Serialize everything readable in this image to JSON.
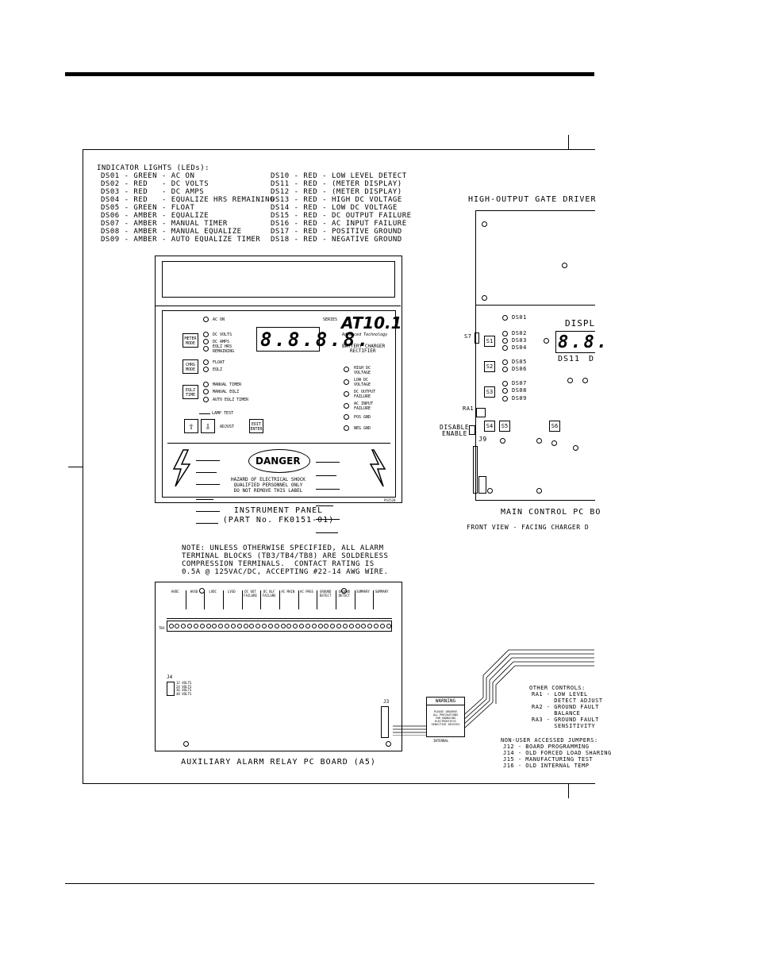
{
  "led_list": {
    "heading": "INDICATOR LIGHTS (LEDs):",
    "left": [
      "DS01 - GREEN - AC ON",
      "DS02 - RED   - DC VOLTS",
      "DS03 - RED   - DC AMPS",
      "DS04 - RED   - EQUALIZE HRS REMAINING",
      "DS05 - GREEN - FLOAT",
      "DS06 - AMBER - EQUALIZE",
      "DS07 - AMBER - MANUAL TIMER",
      "DS08 - AMBER - MANUAL EQUALIZE",
      "DS09 - AMBER - AUTO EQUALIZE TIMER"
    ],
    "right": [
      "DS10 - RED - LOW LEVEL DETECT",
      "DS11 - RED - (METER DISPLAY)",
      "DS12 - RED - (METER DISPLAY)",
      "DS13 - RED - HIGH DC VOLTAGE",
      "DS14 - RED - LOW DC VOLTAGE",
      "DS15 - RED - DC OUTPUT FAILURE",
      "DS16 - RED - AC INPUT FAILURE",
      "DS17 - RED - POSITIVE GROUND",
      "DS18 - RED - NEGATIVE GROUND"
    ]
  },
  "panel": {
    "ac_on": "AC ON",
    "series": "SERIES",
    "model": "AT10.1",
    "model_sub": "Advanced Technology",
    "meter_digits": "8.8.8.8.",
    "battery_charger": "BATTERY CHARGER",
    "rectifier": "RECTIFIER",
    "meter_mode": "METER\nMODE",
    "dc_volts": "DC VOLTS",
    "dc_amps": "DC AMPS",
    "eqlz_hrs": "EQLZ HRS\nREMAINING",
    "chrg_mode": "CHRG\nMODE",
    "float": "FLOAT",
    "eqlz": "EQLZ",
    "eqlz_time": "EQLZ\nTIME",
    "manual_timer": "MANUAL TIMER",
    "manual_eqlz": "MANUAL EQLZ",
    "auto_eqlz_timer": "AUTO EQLZ TIMER",
    "lamp_test": "LAMP TEST",
    "adjust": "ADJUST",
    "edit_enter": "EDIT\nENTER",
    "alarms": [
      "HIGH DC\nVOLTAGE",
      "LOW DC\nVOLTAGE",
      "DC OUTPUT\nFAILURE",
      "AC INPUT\nFAILURE",
      "POS GND",
      "NEG GND"
    ],
    "danger": "DANGER",
    "hazard": "HAZARD OF ELECTRICAL SHOCK\nQUALIFIED PERSONNEL ONLY\nDO NOT REMOVE THIS LABEL",
    "part_tag": "PS2520"
  },
  "panel_caption": {
    "line1": "INSTRUMENT PANEL",
    "line2": "(PART No. FK0151-01)"
  },
  "gate_driver": {
    "title": "HIGH-OUTPUT GATE DRIVER"
  },
  "main_board": {
    "display": "DISPL",
    "ds11": "DS11",
    "d": "D",
    "s7": "S7",
    "ra1": "RA1",
    "disable": "DISABLE",
    "enable": "ENABLE",
    "j9": "J9",
    "switches": [
      "S1",
      "S2",
      "S3",
      "S4",
      "S5",
      "S6"
    ],
    "leds": [
      "DS01",
      "DS02",
      "DS03",
      "DS04",
      "DS05",
      "DS06",
      "DS07",
      "DS08",
      "DS09"
    ],
    "caption": "MAIN CONTROL PC BO",
    "subcaption": "FRONT VIEW - FACING CHARGER D"
  },
  "note": {
    "lines": [
      "NOTE: UNLESS OTHERWISE SPECIFIED, ALL ALARM",
      "TERMINAL BLOCKS (TB3/TB4/TB8) ARE SOLDERLESS",
      "COMPRESSION TERMINALS.  CONTACT RATING IS",
      "0.5A @ 125VAC/DC, ACCEPTING #22-14 AWG WIRE."
    ]
  },
  "aux_board": {
    "groups": [
      "HVDC",
      "HVSD",
      "LVDC",
      "LVSD",
      "DC OUT FAILURE",
      "DC BLF FAILURE",
      "AC MAIN",
      "AC PHSS",
      "GROUND DETECT",
      "GROUND DETECT",
      "SUMMARY",
      "SUMMARY"
    ],
    "tb": "TB4",
    "j4": "J4",
    "j4_lines": "12 VOLTS\n24 VOLTS\n36 VOLTS\n48 VOLTS",
    "j3": "J3",
    "caption": "AUXILIARY ALARM RELAY PC BOARD (A5)"
  },
  "warning": {
    "title": "WARNING",
    "body": "PLEASE OBSERVE\nALL PRECAUTIONS\nFOR HANDLING\nELECTROSTATIC\nSENSITIVE DEVICES",
    "tag": "INTERNAL"
  },
  "other_controls": {
    "heading": "OTHER CONTROLS:",
    "lines": [
      "RA1 - LOW LEVEL",
      "      DETECT ADJUST",
      "RA2 - GROUND FAULT",
      "      BALANCE",
      "RA3 - GROUND FAULT",
      "      SENSITIVITY"
    ]
  },
  "jumpers": {
    "heading": "NON-USER ACCESSED JUMPERS:",
    "lines": [
      "J12 - BOARD PROGRAMMING",
      "J14 - OLD FORCED LOAD SHARING",
      "J15 - MANUFACTURING TEST",
      "J16 - OLD INTERNAL TEMP"
    ]
  }
}
